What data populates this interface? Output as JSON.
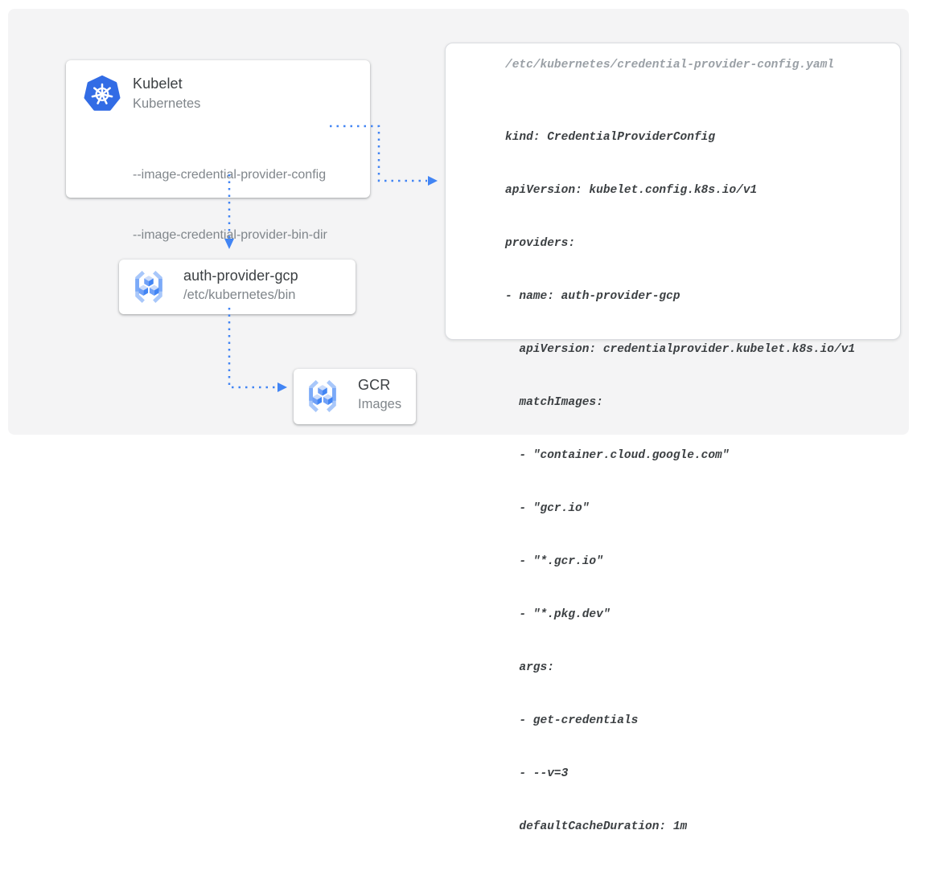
{
  "nodes": {
    "kubelet": {
      "title": "Kubelet",
      "subtitle": "Kubernetes",
      "flags": [
        "--image-credential-provider-config",
        "--image-credential-provider-bin-dir"
      ],
      "icon": "kubernetes-icon"
    },
    "auth_provider": {
      "title": "auth-provider-gcp",
      "subtitle": "/etc/kubernetes/bin",
      "icon": "gcr-icon"
    },
    "gcr": {
      "title": "GCR",
      "subtitle": "Images",
      "icon": "gcr-icon"
    }
  },
  "config_file": {
    "path": "/etc/kubernetes/credential-provider-config.yaml",
    "lines": [
      "kind: CredentialProviderConfig",
      "apiVersion: kubelet.config.k8s.io/v1",
      "providers:",
      "- name: auth-provider-gcp",
      "  apiVersion: credentialprovider.kubelet.k8s.io/v1",
      "  matchImages:",
      "  - \"container.cloud.google.com\"",
      "  - \"gcr.io\"",
      "  - \"*.gcr.io\"",
      "  - \"*.pkg.dev\"",
      "  args:",
      "  - get-credentials",
      "  - --v=3",
      "  defaultCacheDuration: 1m"
    ]
  },
  "connections": [
    {
      "from": "kubelet --image-credential-provider-config flag",
      "to": "credential-provider-config.yaml",
      "style": "dotted-arrow"
    },
    {
      "from": "kubelet",
      "to": "auth-provider-gcp",
      "style": "dotted-arrow"
    },
    {
      "from": "auth-provider-gcp",
      "to": "GCR",
      "style": "dotted-arrow"
    }
  ],
  "colors": {
    "arrow_blue": "#4285f4",
    "kubernetes_blue": "#326ce5",
    "panel_background": "#f4f4f5",
    "title_text": "#3c4043",
    "secondary_text": "#80868b",
    "code_text": "#3c4043",
    "filename_text": "#9aa0a6"
  }
}
